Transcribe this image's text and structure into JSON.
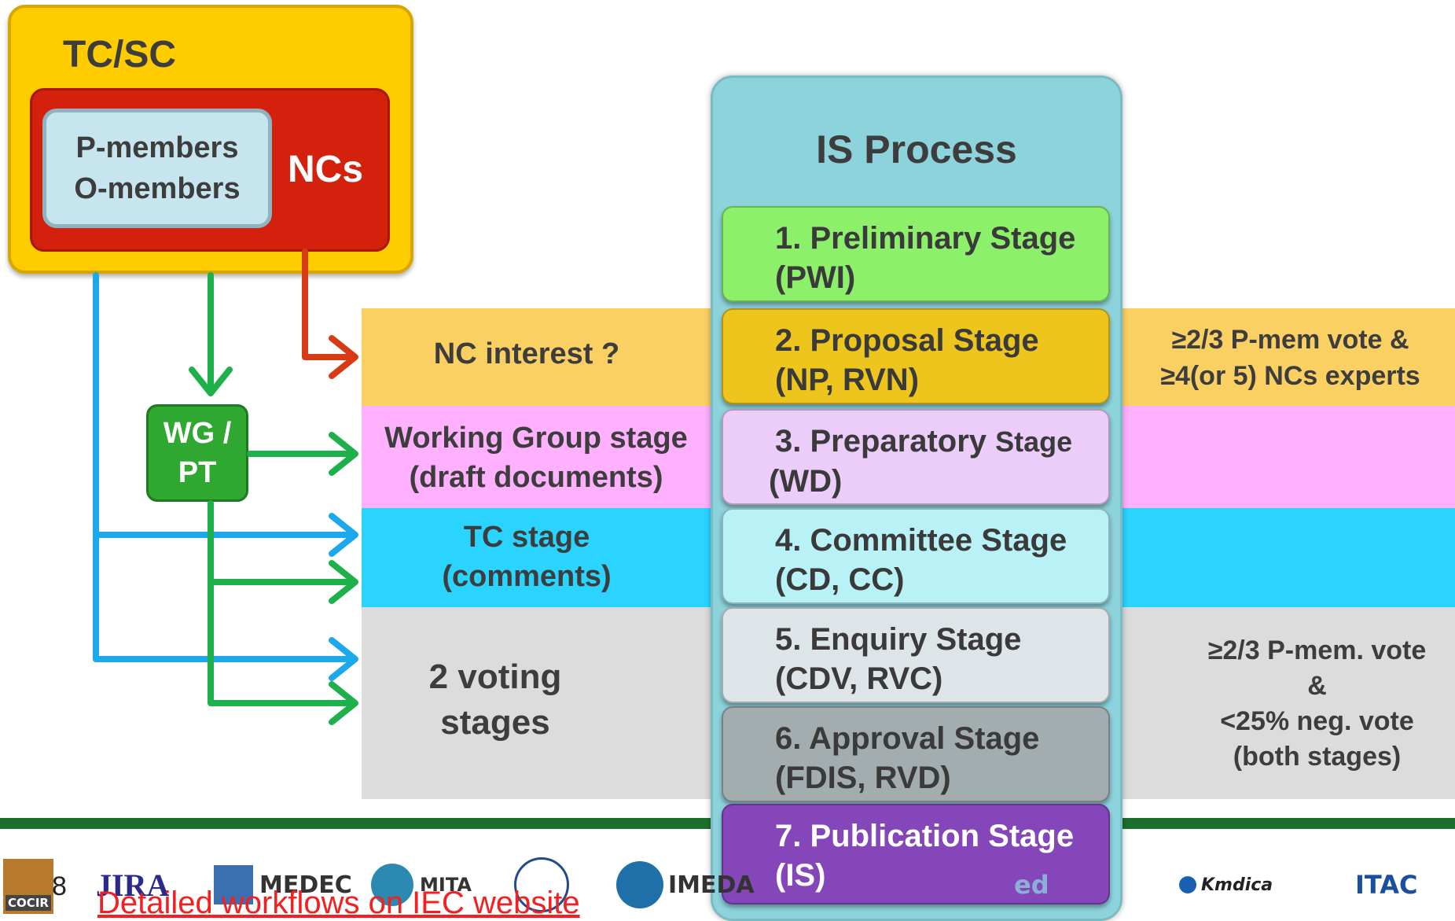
{
  "tcsc": {
    "title": "TC/SC",
    "members_line1": "P-members",
    "members_line2": "O-members",
    "ncs": "NCs"
  },
  "wg": {
    "line1": "WG /",
    "line2": "PT"
  },
  "bands": [
    {
      "text": "NC interest ?",
      "color": "#fbd063"
    },
    {
      "line1": "Working Group stage",
      "line2": "(draft documents)",
      "color": "#ffb0ff"
    },
    {
      "line1": "TC stage",
      "line2": "(comments)",
      "color": "#2ad4ff"
    },
    {
      "line1": "2 voting",
      "line2": "stages",
      "color": "#dcdcdc"
    }
  ],
  "process": {
    "title": "IS Process",
    "stages": [
      {
        "line1": "1. Preliminary Stage",
        "line2": "(PWI)",
        "color": "#8df06b"
      },
      {
        "line1": "2. Proposal Stage",
        "line2": "(NP, RVN)",
        "color": "#eec51c"
      },
      {
        "line1a": "3. Preparatory ",
        "line1b": "Stage",
        "line2": "(WD)",
        "color": "#ecccf8"
      },
      {
        "line1": "4. Committee Stage",
        "line2": "(CD, CC)",
        "color": "#b8f2f6"
      },
      {
        "line1": "5. Enquiry Stage",
        "line2": "(CDV, RVC)",
        "color": "#dde5e8"
      },
      {
        "line1": "6. Approval Stage",
        "line2": "(FDIS, RVD)",
        "color": "#a3adaf"
      },
      {
        "line1": "7. Publication Stage",
        "line2": "(IS)",
        "color": "#8446b8"
      }
    ]
  },
  "notes": {
    "proposal_line1": "≥2/3 P-mem vote &",
    "proposal_line2": "≥4(or 5) NCs experts",
    "voting_line1": "≥2/3 P-mem. vote",
    "voting_line2": "&",
    "voting_line3": "<25% neg. vote",
    "voting_line4": "(both stages)"
  },
  "footer": {
    "page_number": "8",
    "link_text": "Detailed workflows on IEC website",
    "logos": [
      "COCIR",
      "JIRA",
      "MEDEC",
      "MITA",
      "IMEDA",
      "Kmdica",
      "ITAC"
    ]
  },
  "colors": {
    "blue_arrow": "#1ca8ec",
    "green_arrow": "#1eb04b",
    "red_arrow": "#d63b16",
    "footer_bar": "#1c6e2c",
    "link": "#f22020"
  }
}
